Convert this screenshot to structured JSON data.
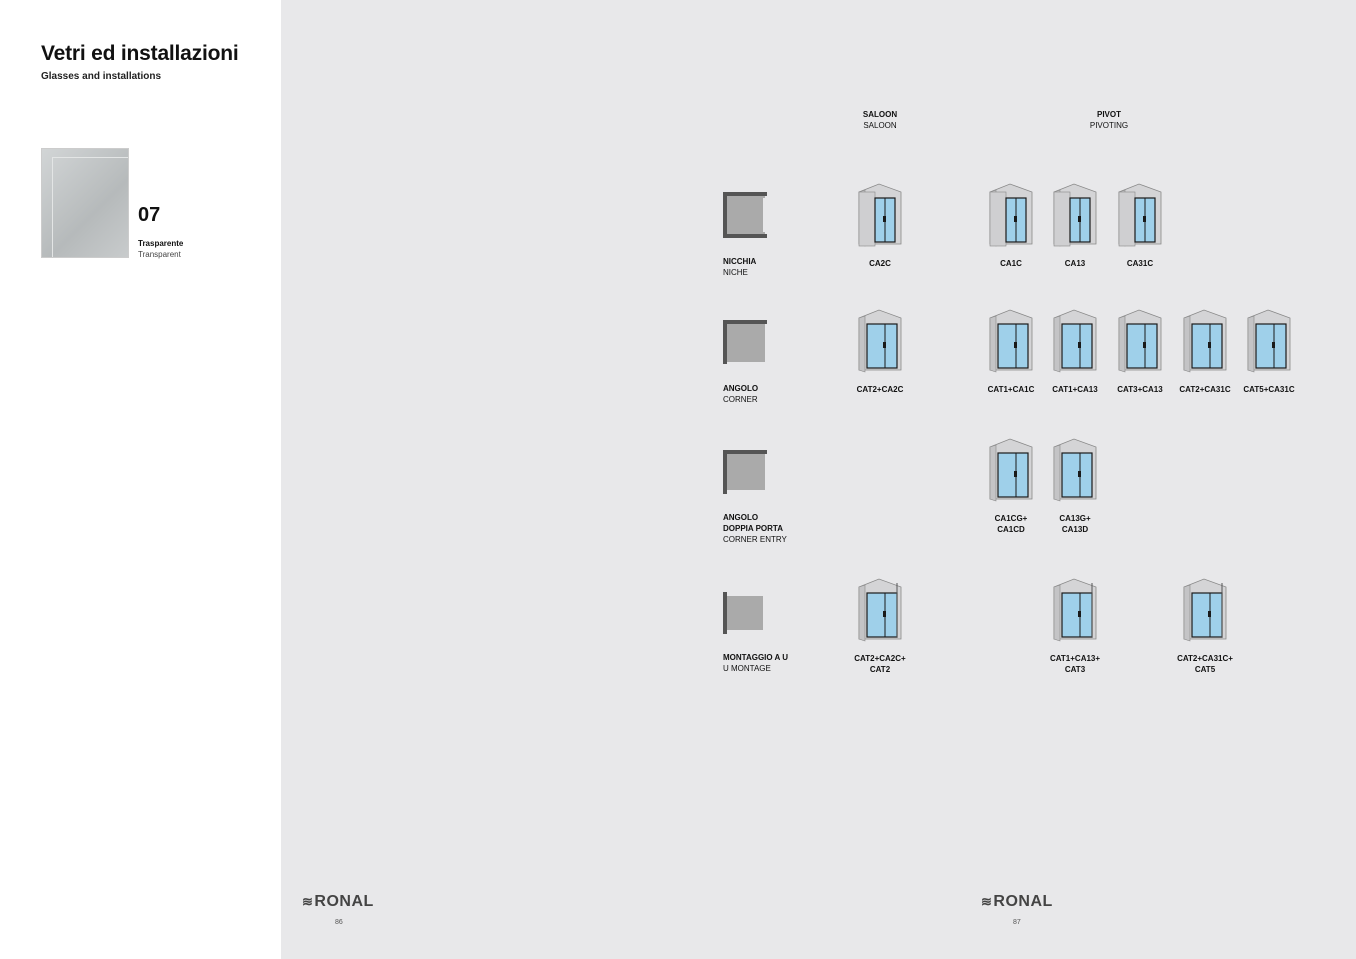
{
  "header": {
    "title": "Vetri ed installazioni",
    "subtitle": "Glasses and installations"
  },
  "glass": {
    "code": "07",
    "name_it": "Trasparente",
    "name_en": "Transparent"
  },
  "columns": {
    "saloon": {
      "it": "SALOON",
      "en": "SALOON"
    },
    "pivot": {
      "it": "PIVOT",
      "en": "PIVOTING"
    }
  },
  "rows": [
    {
      "it": "NICCHIA",
      "en": "NICHE",
      "products": [
        "CA2C",
        "CA1C",
        "CA13",
        "CA31C"
      ]
    },
    {
      "it": "ANGOLO",
      "en": "CORNER",
      "products": [
        "CAT2+CA2C",
        "CAT1+CA1C",
        "CAT1+CA13",
        "CAT3+CA13",
        "CAT2+CA31C",
        "CAT5+CA31C"
      ]
    },
    {
      "it": "ANGOLO",
      "it2": "DOPPIA PORTA",
      "en": "CORNER ENTRY",
      "products": [
        [
          "CA1CG+",
          "CA1CD"
        ],
        [
          "CA13G+",
          "CA13D"
        ]
      ]
    },
    {
      "it": "MONTAGGIO A U",
      "en": "U MONTAGE",
      "products": [
        [
          "CAT2+CA2C+",
          "CAT2"
        ],
        [
          "CAT1+CA13+",
          "CAT3"
        ],
        [
          "CAT2+CA31C+",
          "CAT5"
        ]
      ]
    }
  ],
  "footer": {
    "brand": "RONAL",
    "page_left": "86",
    "page_right": "87"
  },
  "colors": {
    "glass": "#9fd0ea",
    "wall": "#d4d4d6",
    "frame": "#1a1a1a"
  }
}
